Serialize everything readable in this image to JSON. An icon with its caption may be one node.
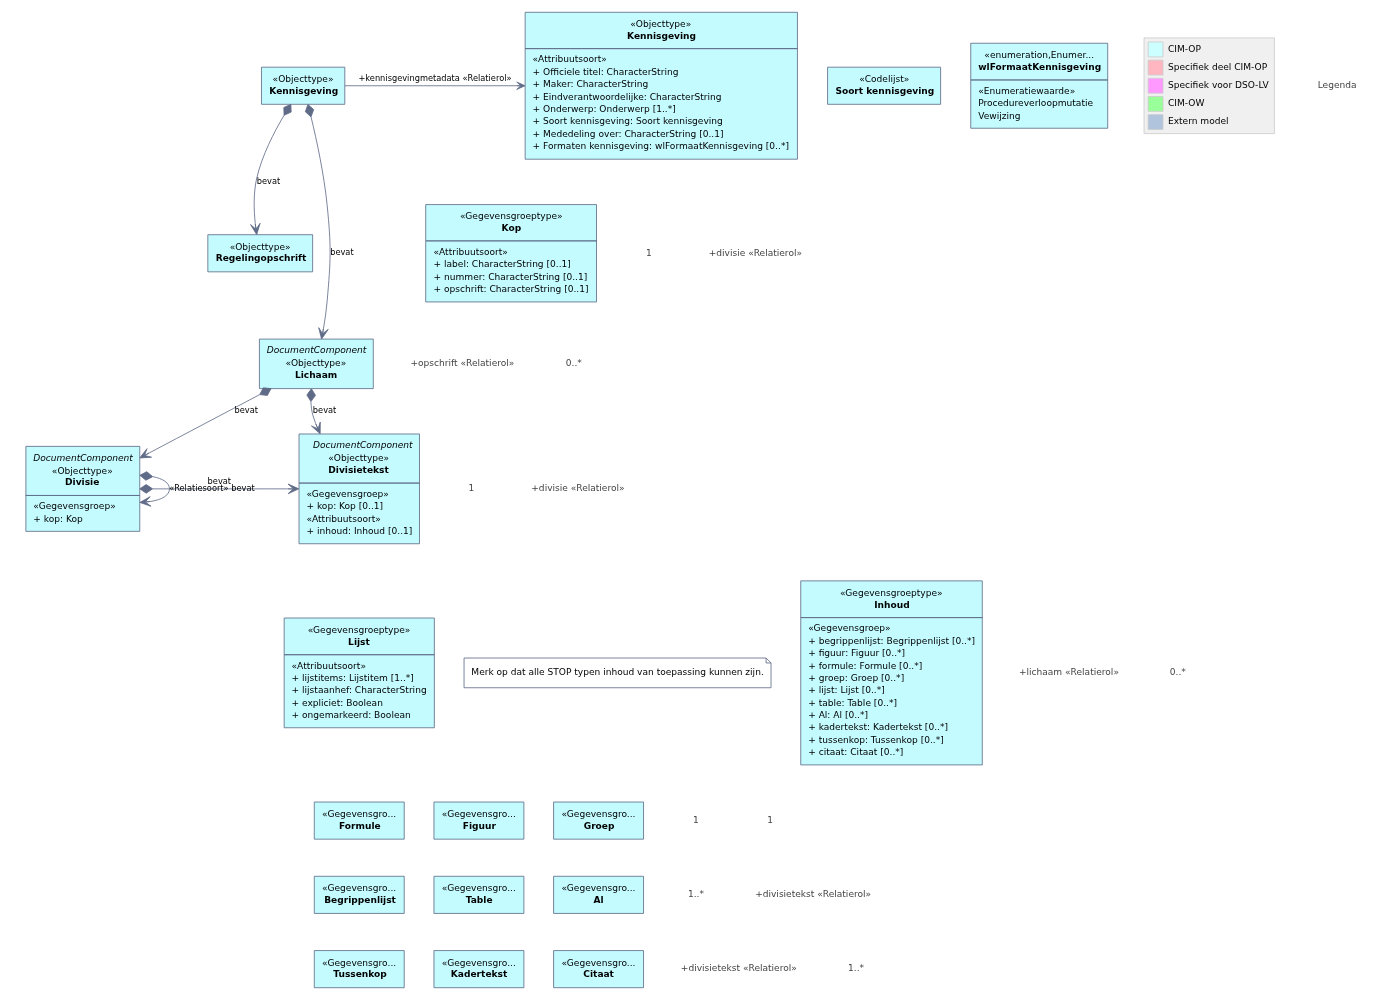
{
  "diagram": {
    "nodes": [
      {
        "text": [
          "«Objecttype»",
          "Kennisgeving"
        ]
      },
      {
        "text": [
          "«Objecttype»",
          "Kennisgeving",
          "«Attribuutsoort»",
          "+ Officiele titel: CharacterString",
          "+ Maker: CharacterString",
          "+ Eindverantwoordelijke: CharacterString",
          "+ Onderwerp: Onderwerp [1..*]",
          "+ Soort kennisgeving: Soort kennisgeving",
          "+ Mededeling over: CharacterString [0..1]",
          "+ Formaten kennisgeving: wlFormaatKennisgeving [0..*]"
        ]
      },
      {
        "text": [
          "«Codelijst»",
          "Soort kennisgeving"
        ]
      },
      {
        "text": [
          "«enumeration,Enumer...",
          "wlFormaatKennisgeving",
          "«Enumeratiewaarde»",
          "Procedureverloopmutatie",
          "Vewijzing"
        ]
      },
      {
        "text": [
          "«Objecttype»",
          "Regelingopschrift"
        ]
      },
      {
        "text": [
          "«Gegevensgroeptype»",
          "Kop",
          "«Attribuutsoort»",
          "+ label: CharacterString [0..1]",
          "+ nummer: CharacterString [0..1]",
          "+ opschrift: CharacterString [0..1]"
        ]
      },
      {
        "text": [
          "DocumentComponent",
          "«Objecttype»",
          "Lichaam"
        ]
      },
      {
        "text": [
          "DocumentComponent",
          "«Objecttype»",
          "Divisietekst",
          "«Gegevensgroep»",
          "+ kop: Kop [0..1]",
          "«Attribuutsoort»",
          "+ inhoud: Inhoud [0..1]"
        ]
      },
      {
        "text": [
          "DocumentComponent",
          "«Objecttype»",
          "Divisie",
          "«Gegevensgroep»",
          "+ kop: Kop"
        ]
      },
      {
        "text": [
          "Merk op dat alle STOP typen inhoud van toepassing kunnen zijn."
        ]
      },
      {
        "text": [
          "«Gegevensgroeptype»",
          "Inhoud",
          "«Gegevensgroep»",
          "+ begrippenlijst: Begrippenlijst [0..*]",
          "+ figuur: Figuur [0..*]",
          "+ formule: Formule [0..*]",
          "+ groep: Groep [0..*]",
          "+ lijst: Lijst [0..*]",
          "+ table: Table [0..*]",
          "+ Al: Al [0..*]",
          "+ kadertekst: Kadertekst [0..*]",
          "+ tussenkop: Tussenkop [0..*]",
          "+ citaat: Citaat [0..*]"
        ]
      },
      {
        "text": [
          "«Gegevensgroeptype»",
          "Lijst",
          "«Attribuutsoort»",
          "+ lijstitems: Lijstitem [1..*]",
          "+ lijstaanhef: CharacterString",
          "+ expliciet: Boolean",
          "+ ongemarkeerd: Boolean"
        ]
      },
      {
        "text": [
          "«Gegevensgro...",
          "Formule"
        ]
      },
      {
        "text": [
          "«Gegevensgro...",
          "Figuur"
        ]
      },
      {
        "text": [
          "«Gegevensgro...",
          "Groep"
        ]
      },
      {
        "text": [
          "«Gegevensgro...",
          "Begrippenlijst"
        ]
      },
      {
        "text": [
          "«Gegevensgro...",
          "Table"
        ]
      },
      {
        "text": [
          "«Gegevensgro...",
          "Al"
        ]
      },
      {
        "text": [
          "«Gegevensgro...",
          "Tussenkop"
        ]
      },
      {
        "text": [
          "«Gegevensgro...",
          "Kadertekst"
        ]
      },
      {
        "text": [
          "«Gegevensgro...",
          "Citaat"
        ]
      }
    ],
    "edges": [
      {
        "from": 0,
        "to": 1,
        "arrow": "to",
        "label": "+kennisgevingmetadata «Relatierol»"
      },
      {
        "from": 0,
        "to": 4,
        "arrow": "to",
        "label": "bevat"
      },
      {
        "from": 0,
        "to": 6,
        "arrow": "to",
        "label": "bevat"
      },
      {
        "from": 6,
        "to": 7,
        "arrow": "to",
        "label": "bevat"
      },
      {
        "from": 6,
        "to": 8,
        "arrow": "to",
        "label": "bevat"
      },
      {
        "from": 8,
        "to": 7,
        "arrow": "to",
        "label": "bevat"
      },
      {
        "from": 8,
        "to": 8,
        "arrow": "to",
        "label": "«Relatiesoort» bevat"
      }
    ],
    "labels": [
      "Legenda",
      "1",
      "+opschrift «Relatierol»",
      "1",
      "+lichaam «Relatierol»",
      "1",
      "1..*",
      "+divisietekst «Relatierol»",
      "+divisie «Relatierol»",
      "0..*",
      "+divisie «Relatierol»",
      "0..*",
      "1",
      "+divisietekst «Relatierol»",
      "1..*"
    ],
    "legend": [
      {
        "text": "CIM-OP",
        "color": "#ccffff"
      },
      {
        "text": "Specifiek deel CIM-OP",
        "color": "#ffb6c1"
      },
      {
        "text": "Specifiek voor DSO-LV",
        "color": "#ff99ff"
      },
      {
        "text": "CIM-OW",
        "color": "#99ff99"
      },
      {
        "text": "Extern model",
        "color": "#b0c4de"
      }
    ]
  }
}
